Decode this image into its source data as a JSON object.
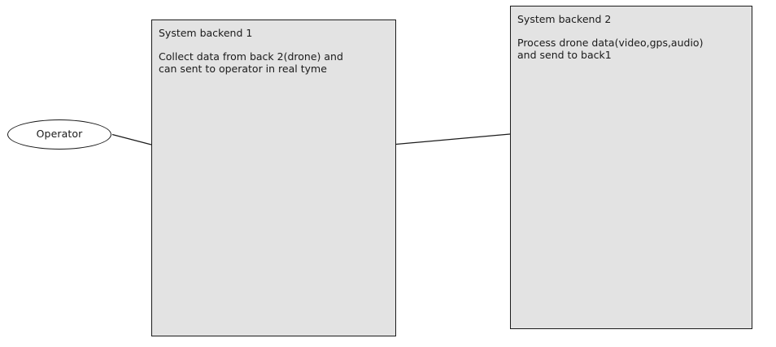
{
  "diagram": {
    "background_color": "#ffffff",
    "node_fill_color": "#e3e3e3",
    "stroke_color": "#1c1c1c",
    "actor": {
      "label": "Operator"
    },
    "nodes": [
      {
        "title": "System backend 1",
        "description": "Collect data from back 2(drone) and\ncan sent to operator in real tyme"
      },
      {
        "title": "System backend 2",
        "description": "Process drone data(video,gps,audio)\nand send to back1"
      }
    ]
  }
}
